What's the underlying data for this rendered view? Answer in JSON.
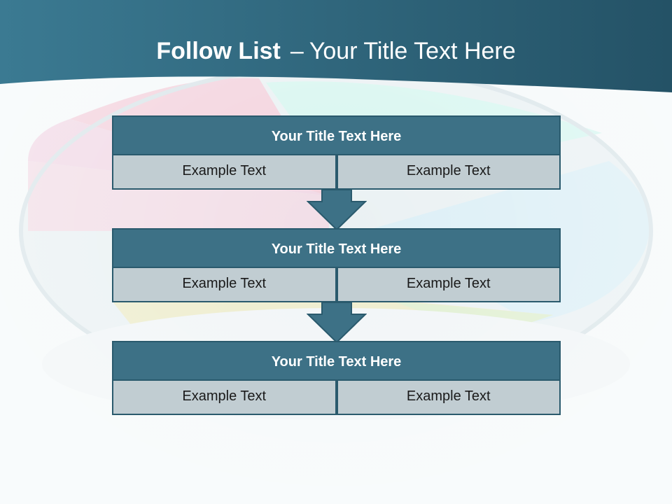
{
  "slide": {
    "title_bold": "Follow List",
    "title_dash": "–",
    "title_rest": "Your Title Text Here",
    "colors": {
      "header_band": "#2e6176",
      "block_title": "#3d7186",
      "block_cell": "#c1cdd2",
      "border": "#2a5a6d"
    }
  },
  "steps": [
    {
      "title": "Your Title Text Here",
      "left": "Example Text",
      "right": "Example Text"
    },
    {
      "title": "Your Title Text Here",
      "left": "Example Text",
      "right": "Example Text"
    },
    {
      "title": "Your Title Text Here",
      "left": "Example Text",
      "right": "Example Text"
    }
  ],
  "icons": [
    "down-arrow-icon",
    "down-arrow-icon"
  ]
}
